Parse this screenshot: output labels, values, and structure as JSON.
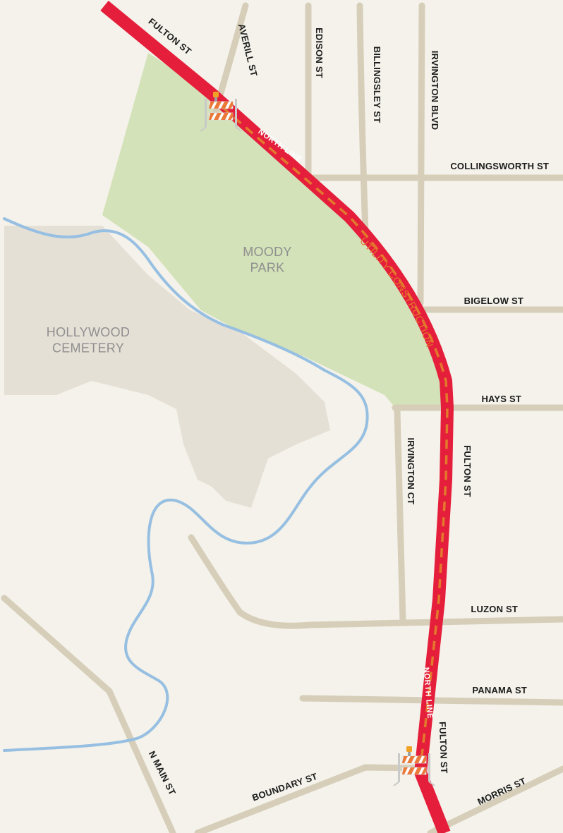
{
  "colors": {
    "background": "#f4f2ea",
    "park": "#d3e2b8",
    "cemetery": "#e5e0d6",
    "street": "#d6ceb9",
    "river": "#96bfe2",
    "route": "#e51f3b",
    "route_dash": "#e4782c"
  },
  "areas": {
    "park": "MOODY\nPARK",
    "cemetery": "HOLLYWOOD\nCEMETERY"
  },
  "route": {
    "name_top": "NORTH LINE",
    "name_bottom": "NORTH LINE",
    "construction": "UTILITY CONSTRUCTION"
  },
  "streets": {
    "fulton_top": "FULTON ST",
    "averill": "AVERILL ST",
    "edison": "EDISON ST",
    "billingsley": "BILLINGSLEY ST",
    "irvington_blvd": "IRVINGTON BLVD",
    "collingsworth": "COLLINGSWORTH ST",
    "bigelow": "BIGELOW ST",
    "hays": "HAYS ST",
    "irvington_ct": "IRVINGTON CT",
    "fulton_mid": "FULTON ST",
    "luzon": "LUZON ST",
    "panama": "PANAMA ST",
    "fulton_bottom": "FULTON ST",
    "n_main": "N MAIN ST",
    "boundary": "BOUNDARY ST",
    "morris": "MORRIS ST"
  },
  "icons": {
    "barricade_north": "construction-barricade-icon",
    "barricade_south": "construction-barricade-icon"
  }
}
